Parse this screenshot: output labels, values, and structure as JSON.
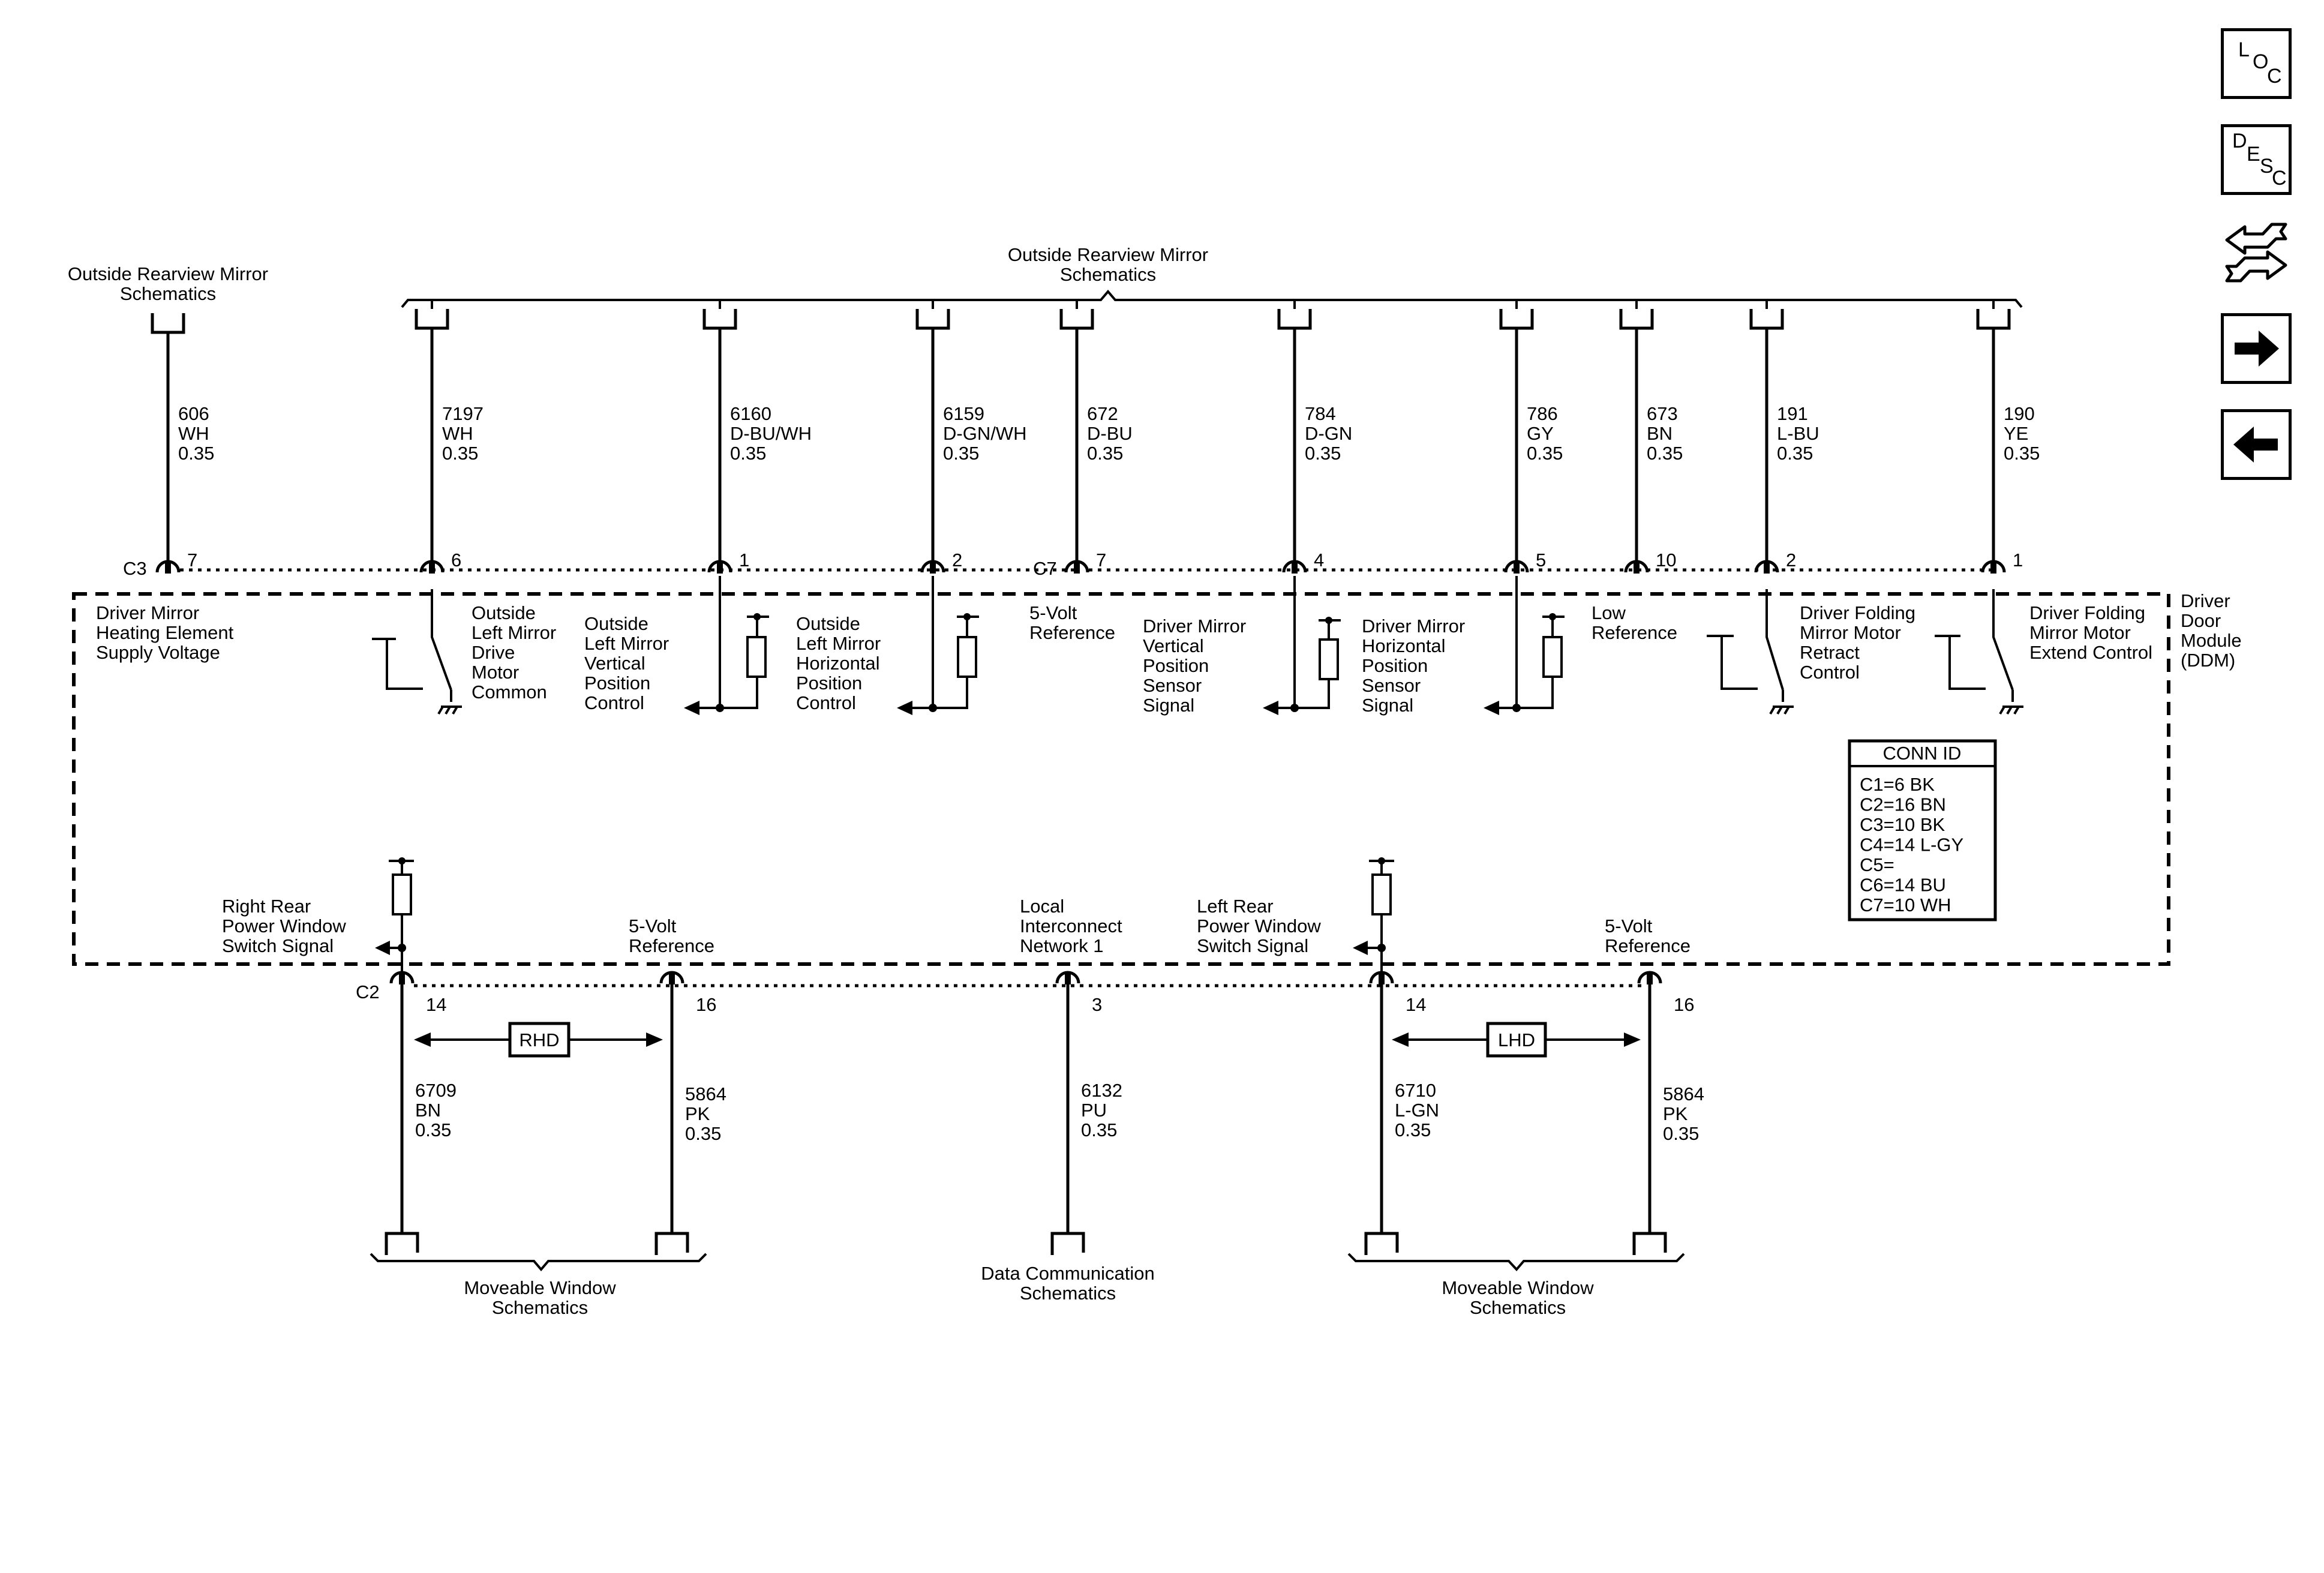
{
  "nav": {
    "loc": [
      "L",
      "O",
      "C"
    ],
    "desc": [
      "D",
      "E",
      "S",
      "C"
    ]
  },
  "top_labels": {
    "left_schem": [
      "Outside Rearview Mirror",
      "Schematics"
    ],
    "right_schem": [
      "Outside Rearview Mirror",
      "Schematics"
    ]
  },
  "bottom_labels": {
    "mw1": [
      "Moveable Window",
      "Schematics"
    ],
    "data": [
      "Data Communication",
      "Schematics"
    ],
    "mw2": [
      "Moveable Window",
      "Schematics"
    ]
  },
  "module": [
    "Driver",
    "Door",
    "Module",
    "(DDM)"
  ],
  "connectors": {
    "c3": "C3",
    "c7": "C7",
    "c2": "C2"
  },
  "top_wires": [
    {
      "circuit": "606",
      "color": "WH",
      "gauge": "0.35",
      "pin": "7"
    },
    {
      "circuit": "7197",
      "color": "WH",
      "gauge": "0.35",
      "pin": "6"
    },
    {
      "circuit": "6160",
      "color": "D-BU/WH",
      "gauge": "0.35",
      "pin": "1"
    },
    {
      "circuit": "6159",
      "color": "D-GN/WH",
      "gauge": "0.35",
      "pin": "2"
    },
    {
      "circuit": "672",
      "color": "D-BU",
      "gauge": "0.35",
      "pin": "7"
    },
    {
      "circuit": "784",
      "color": "D-GN",
      "gauge": "0.35",
      "pin": "4"
    },
    {
      "circuit": "786",
      "color": "GY",
      "gauge": "0.35",
      "pin": "5"
    },
    {
      "circuit": "673",
      "color": "BN",
      "gauge": "0.35",
      "pin": "10"
    },
    {
      "circuit": "191",
      "color": "L-BU",
      "gauge": "0.35",
      "pin": "2"
    },
    {
      "circuit": "190",
      "color": "YE",
      "gauge": "0.35",
      "pin": "1"
    }
  ],
  "top_functions": [
    [
      "Driver Mirror",
      "Heating Element",
      "Supply Voltage"
    ],
    [
      "Outside",
      "Left Mirror",
      "Drive",
      "Motor",
      "Common"
    ],
    [
      "Outside",
      "Left Mirror",
      "Vertical",
      "Position",
      "Control"
    ],
    [
      "Outside",
      "Left Mirror",
      "Horizontal",
      "Position",
      "Control"
    ],
    [
      "5-Volt",
      "Reference"
    ],
    [
      "Driver Mirror",
      "Vertical",
      "Position",
      "Sensor",
      "Signal"
    ],
    [
      "Driver Mirror",
      "Horizontal",
      "Position",
      "Sensor",
      "Signal"
    ],
    [
      "Low",
      "Reference"
    ],
    [
      "Driver Folding",
      "Mirror Motor",
      "Retract",
      "Control"
    ],
    [
      "Driver Folding",
      "Mirror Motor",
      "Extend Control"
    ]
  ],
  "bottom_wires": [
    {
      "circuit": "6709",
      "color": "BN",
      "gauge": "0.35",
      "pin": "14"
    },
    {
      "circuit": "5864",
      "color": "PK",
      "gauge": "0.35",
      "pin": "16"
    },
    {
      "circuit": "6132",
      "color": "PU",
      "gauge": "0.35",
      "pin": "3"
    },
    {
      "circuit": "6710",
      "color": "L-GN",
      "gauge": "0.35",
      "pin": "14"
    },
    {
      "circuit": "5864",
      "color": "PK",
      "gauge": "0.35",
      "pin": "16"
    }
  ],
  "bottom_functions": [
    [
      "Right Rear",
      "Power Window",
      "Switch Signal"
    ],
    [
      "5-Volt",
      "Reference"
    ],
    [
      "Local",
      "Interconnect",
      "Network 1"
    ],
    [
      "Left Rear",
      "Power Window",
      "Switch Signal"
    ],
    [
      "5-Volt",
      "Reference"
    ]
  ],
  "options": {
    "rhd": "RHD",
    "lhd": "LHD"
  },
  "conn_id": {
    "title": "CONN ID",
    "rows": [
      "C1=6 BK",
      "C2=16 BN",
      "C3=10 BK",
      "C4=14 L-GY",
      "C5=",
      "C6=14 BU",
      "C7=10 WH"
    ]
  }
}
